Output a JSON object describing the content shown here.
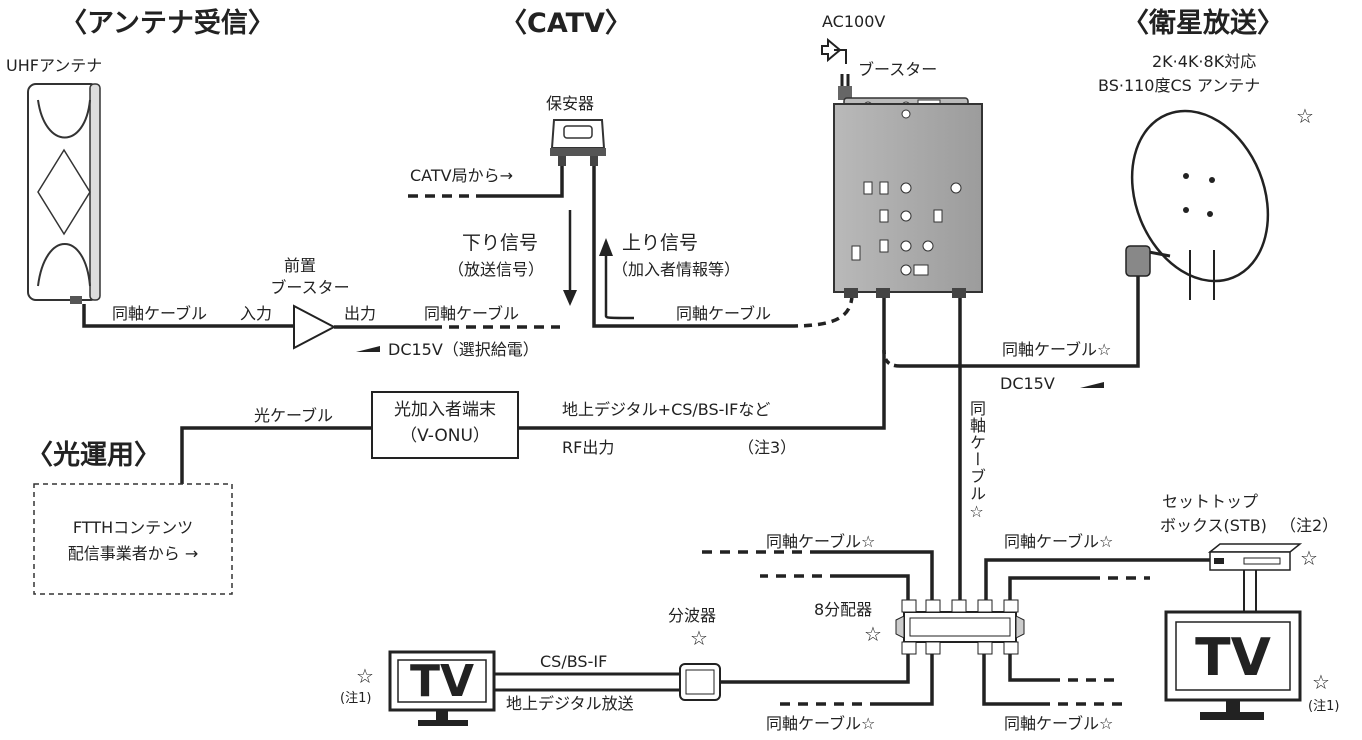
{
  "headings": {
    "antenna": "〈アンテナ受信〉",
    "catv": "〈CATV〉",
    "satellite": "〈衛星放送〉",
    "optical": "〈光運用〉"
  },
  "labels": {
    "uhf_antenna": "UHFアンテナ",
    "protector": "保安器",
    "catv_from": "CATV局から→",
    "down_signal": "下り信号",
    "down_signal_sub": "（放送信号）",
    "up_signal": "上り信号",
    "up_signal_sub": "（加入者情報等）",
    "ac100v": "AC100V",
    "booster": "ブースター",
    "sat_antenna_line1": "2K·4K·8K対応",
    "sat_antenna_line2": "BS·110度CS アンテナ",
    "star": "☆",
    "pre_booster_line1": "前置",
    "pre_booster_line2": "ブースター",
    "coax": "同軸ケーブル",
    "coax_star": "同軸ケーブル☆",
    "input": "入力",
    "output": "出力",
    "dc15v_select": "DC15V（選択給電）",
    "dc15v": "DC15V",
    "optical_cable": "光ケーブル",
    "onu_line1": "光加入者端末",
    "onu_line2": "（V-ONU）",
    "terrestrial_cs": "地上デジタル+CS/BS-IFなど",
    "rf_out": "RF出力",
    "note3": "（注3）",
    "ftth_line1": "FTTHコンテンツ",
    "ftth_line2": "配信事業者から →",
    "stb_line1": "セットトップ",
    "stb_line2": "ボックス(STB)",
    "note2": "（注2）",
    "note1": "(注1)",
    "splitter8": "8分配器",
    "diplexer": "分波器",
    "cs_bs_if": "CS/BS-IF",
    "terrestrial_broadcast": "地上デジタル放送",
    "tv": "TV"
  }
}
